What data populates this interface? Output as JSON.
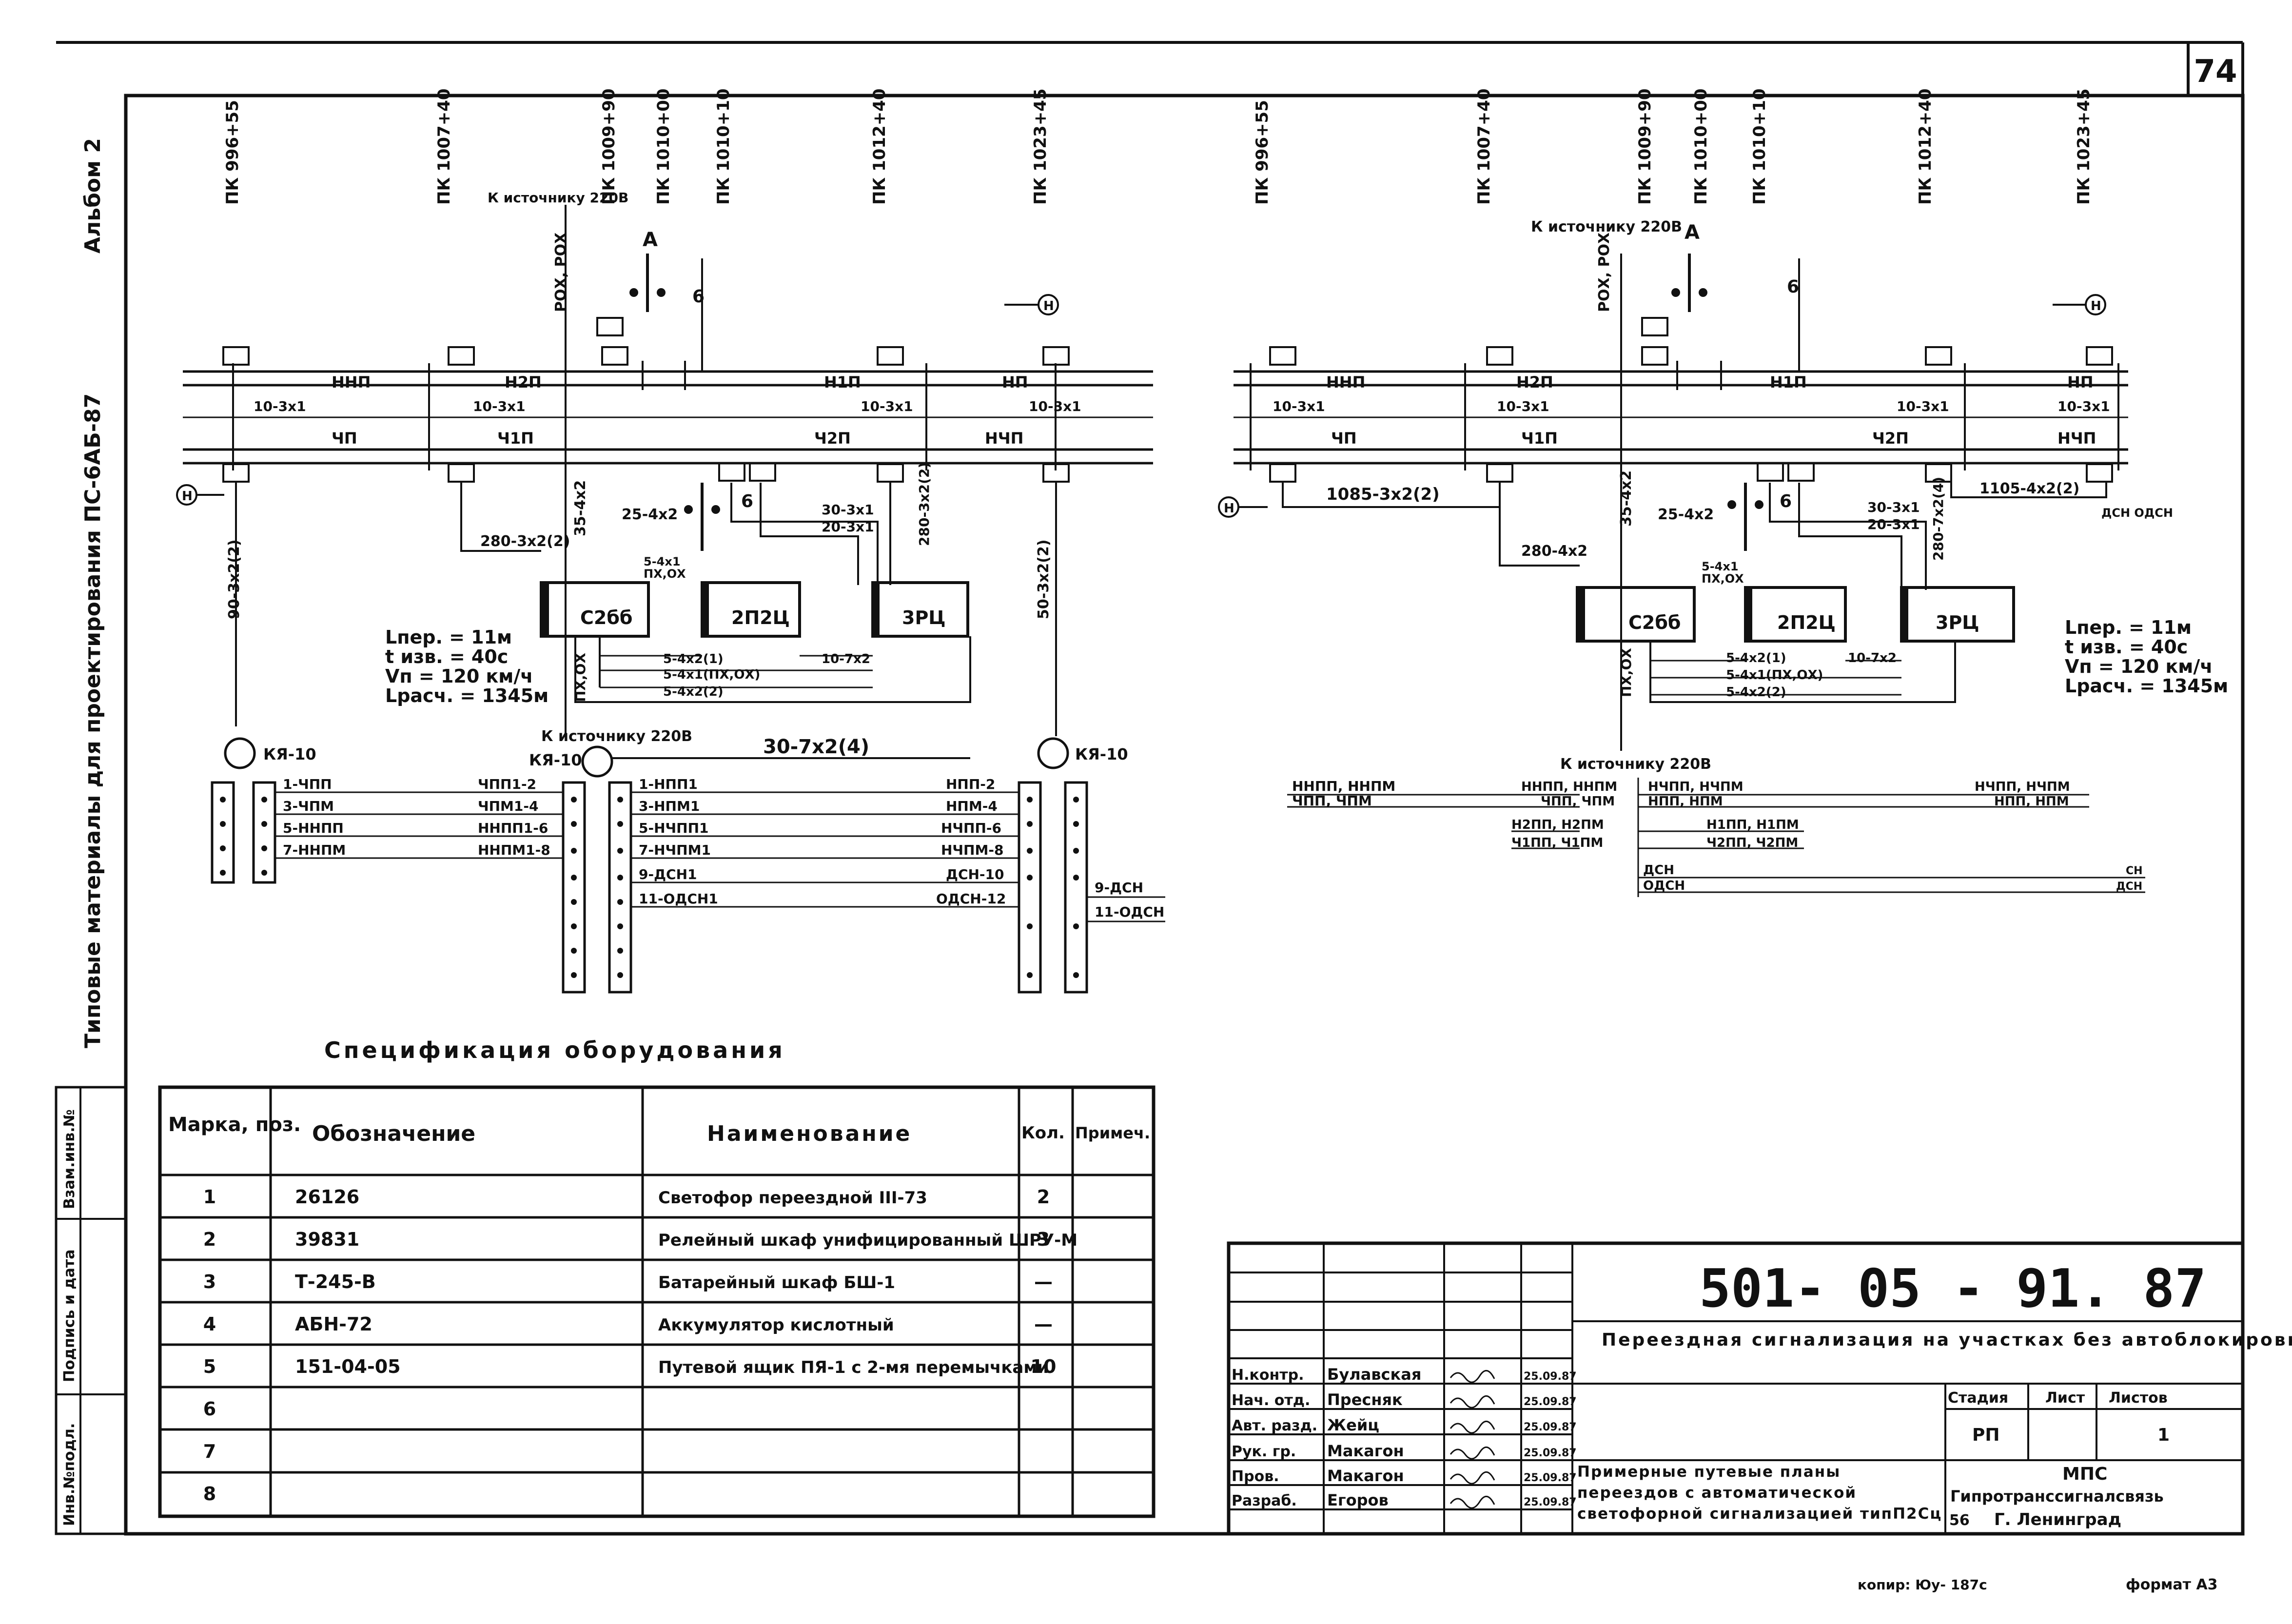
{
  "sheet": {
    "number": "74",
    "album": "Альбом 2",
    "series": "Типовые материалы для проектирования ПС-6АБ-87",
    "copy_note": "копир: Юу- 187с",
    "format": "формат А3"
  },
  "side_stamp": {
    "cells": [
      "Взам.инв.№",
      "Подпись и дата",
      "Инв.№подл."
    ]
  },
  "diagram_left": {
    "pickets": [
      "ПК 996+55",
      "ПК 1007+40",
      "ПК 1009+90",
      "ПК 1010+00",
      "ПК 1010+10",
      "ПК 1012+40",
      "ПК 1023+45"
    ],
    "source_top": "К источнику 220В",
    "source_bottom": "К источнику 220В",
    "rox": "РОХ, РОХ",
    "signal": "А",
    "six_a": "6",
    "six_b": "6",
    "arrow_h": "Н",
    "track_upper": [
      "ННП",
      "Н2П",
      "Н1П",
      "НП"
    ],
    "track_lower": [
      "ЧП",
      "Ч1П",
      "Ч2П",
      "НЧП"
    ],
    "cables_track": [
      "10-3х1",
      "10-3х1",
      "10-3х1",
      "10-3х1"
    ],
    "cables": [
      "90-3х2(2)",
      "280-3х2(2)",
      "35-4х2",
      "25-4х2",
      "30-3х1",
      "20-3х1",
      "280-3х2(2)",
      "50-3х2(2)",
      "5-4х1",
      "ПХ,ОХ",
      "5-4х2(1)",
      "5-4х1(ПХ,ОХ)",
      "5-4х2(2)",
      "10-7х2",
      "30-7х2(4)",
      "ПХ,ОХ"
    ],
    "boxes": [
      "С2бб",
      "2П2Ц",
      "3РЦ"
    ],
    "params": [
      "Lпер. = 11м",
      "t изв. = 40с",
      "Vп = 120 км/ч",
      "Lрасч. = 1345м"
    ],
    "ky": [
      "КЯ-10",
      "КЯ-10",
      "КЯ-10"
    ],
    "term_left_a": [
      "1-ЧПП",
      "3-ЧПМ",
      "5-ННПП",
      "7-ННПМ"
    ],
    "term_left_b": [
      "ЧПП1-2",
      "ЧПМ1-4",
      "ННПП1-6",
      "ННПМ1-8"
    ],
    "term_right_a": [
      "1-НПП1",
      "3-НПМ1",
      "5-НЧПП1",
      "7-НЧПМ1",
      "9-ДСН1",
      "11-ОДСН1"
    ],
    "term_right_b": [
      "НПП-2",
      "НПМ-4",
      "НЧПП-6",
      "НЧПМ-8",
      "ДСН-10",
      "ОДСН-12"
    ],
    "term_out": [
      "9-ДСН",
      "11-ОДСН"
    ]
  },
  "diagram_right": {
    "pickets": [
      "ПК 996+55",
      "ПК 1007+40",
      "ПК 1009+90",
      "ПК 1010+00",
      "ПК 1010+10",
      "ПК 1012+40",
      "ПК 1023+45"
    ],
    "source_top": "К источнику 220В",
    "source_bottom": "К источнику 220В",
    "rox": "РОХ, РОХ",
    "signal": "А",
    "six_a": "6",
    "six_b": "6",
    "arrow_h": "Н",
    "track_upper": [
      "ННП",
      "Н2П",
      "Н1П",
      "НП"
    ],
    "track_lower": [
      "ЧП",
      "Ч1П",
      "Ч2П",
      "НЧП"
    ],
    "cables_track": [
      "10-3х1",
      "10-3х1",
      "10-3х1",
      "10-3х1"
    ],
    "cables": [
      "1085-3х2(2)",
      "280-4х2",
      "35-4х2",
      "25-4х2",
      "30-3х1",
      "20-3х1",
      "280-7х2(4)",
      "1105-4х2(2)",
      "5-4х1",
      "ПХ,ОХ",
      "5-4х2(1)",
      "5-4х1(ПХ,ОХ)",
      "5-4х2(2)",
      "10-7х2",
      "ДСН ОДСН",
      "ПХ,ОХ"
    ],
    "boxes": [
      "С2бб",
      "2П2Ц",
      "3РЦ"
    ],
    "params": [
      "Lпер. = 11м",
      "t изв. = 40с",
      "Vп = 120 км/ч",
      "Lрасч. = 1345м"
    ],
    "bus_left": [
      "ННПП, ННПМ",
      "ЧПП, ЧПМ"
    ],
    "bus_mid": [
      "ННПП, ННПМ",
      "ЧПП, ЧПМ",
      "Н2ПП, Н2ПМ",
      "Ч1ПП, Ч1ПМ"
    ],
    "bus_right_a": [
      "НЧПП, НЧПМ",
      "НПП, НПМ",
      "Н1ПП, Н1ПМ",
      "Ч2ПП, Ч2ПМ",
      "ДСН",
      "ОДСН"
    ],
    "bus_right_b": [
      "НЧПП, НЧПМ",
      "НПП, НПМ",
      "СН",
      "ДСН"
    ]
  },
  "spec": {
    "title": "Спецификация оборудования",
    "headers": [
      "Марка, поз.",
      "Обозначение",
      "Наименование",
      "Кол.",
      "Примеч."
    ],
    "rows": [
      {
        "pos": "1",
        "code": "26126",
        "name": "Светофор переездной III-73",
        "qty": "2"
      },
      {
        "pos": "2",
        "code": "39831",
        "name": "Релейный шкаф унифицированный ШРУ-М",
        "qty": "3"
      },
      {
        "pos": "3",
        "code": "Т-245-В",
        "name": "Батарейный шкаф БШ-1",
        "qty": "—"
      },
      {
        "pos": "4",
        "code": "АБН-72",
        "name": "Аккумулятор кислотный",
        "qty": "—"
      },
      {
        "pos": "5",
        "code": "151-04-05",
        "name": "Путевой ящик ПЯ-1 с 2-мя перемычками",
        "qty": "10"
      },
      {
        "pos": "6",
        "code": "",
        "name": "",
        "qty": ""
      },
      {
        "pos": "7",
        "code": "",
        "name": "",
        "qty": ""
      },
      {
        "pos": "8",
        "code": "",
        "name": "",
        "qty": ""
      }
    ]
  },
  "title_block": {
    "doc_code": "501- 05 - 91. 87",
    "title": "Переездная сигнализация на участках без автоблокировки",
    "stage_headers": [
      "Стадия",
      "Лист",
      "Листов"
    ],
    "stage_values": [
      "РП",
      "",
      "1"
    ],
    "sheet_title": "Примерные путевые планы переездов с автоматической светофорной сигнализацией типП2Сц",
    "org_top": "МПС",
    "org": "Гипротранссигналсвязь",
    "org_city": "Г. Ленинград",
    "org_code": "56",
    "people": [
      {
        "role": "Н.контр.",
        "name": "Булавская",
        "date": "25.09.87"
      },
      {
        "role": "Нач. отд.",
        "name": "Пресняк",
        "date": "25.09.87"
      },
      {
        "role": "Авт. разд.",
        "name": "Жейц",
        "date": "25.09.87"
      },
      {
        "role": "Рук. гр.",
        "name": "Макагон",
        "date": "25.09.87"
      },
      {
        "role": "Пров.",
        "name": "Макагон",
        "date": "25.09.87"
      },
      {
        "role": "Разраб.",
        "name": "Егоров",
        "date": "25.09.87"
      }
    ]
  }
}
